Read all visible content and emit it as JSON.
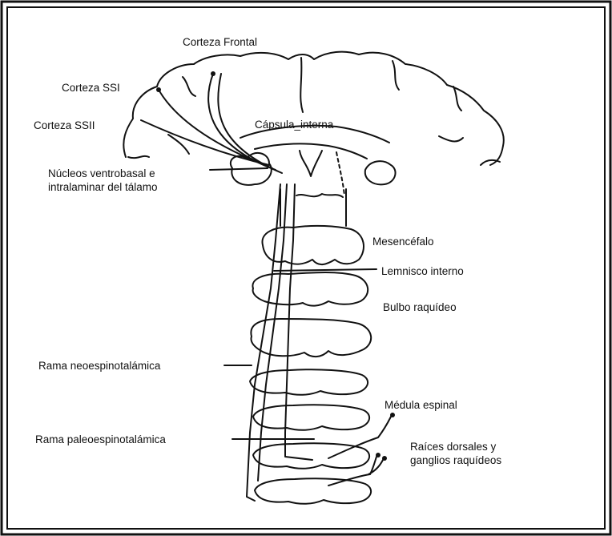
{
  "diagram": {
    "labels": {
      "corteza_frontal": "Corteza Frontal",
      "corteza_ssi": "Corteza SSI",
      "corteza_ssii": "Corteza SSII",
      "capsula_interna": "Cápsula_interna",
      "nucleos_line1": "Núcleos ventrobasal e",
      "nucleos_line2": "intralaminar del tálamo",
      "mesencefalo": "Mesencéfalo",
      "lemnisco_interno": "Lemnisco interno",
      "bulbo_raquideo": "Bulbo raquídeo",
      "rama_neoespinotalamica": "Rama neoespinotalámica",
      "medula_espinal": "Médula espinal",
      "rama_paleoespinotalamica": "Rama paleoespinotalámica",
      "raices_line1": "Raíces dorsales y",
      "raices_line2": "ganglios raquídeos"
    }
  }
}
